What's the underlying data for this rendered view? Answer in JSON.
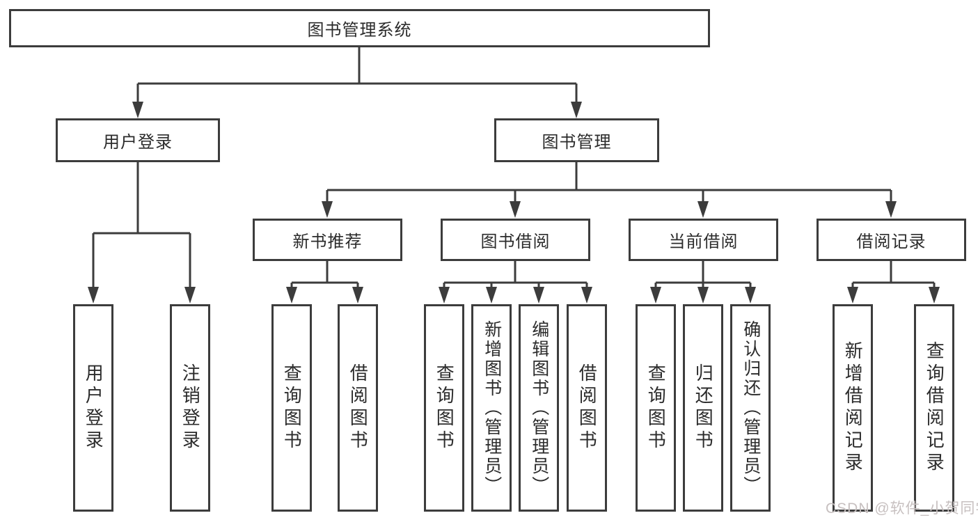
{
  "watermark": "CSDN @软件_小贺同学",
  "colors": {
    "line": "#3c3c3c",
    "border": "#3c3c3c",
    "text": "#2b2b2b",
    "watermark_text": "#c7c0c0",
    "background": "#ffffff"
  },
  "nodes": {
    "root": "图书管理系统",
    "user_login": "用户登录",
    "book_management": "图书管理",
    "new_book_recommend": "新书推荐",
    "book_borrow": "图书借阅",
    "current_borrow": "当前借阅",
    "borrow_record": "借阅记录",
    "leaf_user_login": "用户登录",
    "leaf_logout": "注销登录",
    "leaf_nbr_query": "查询图书",
    "leaf_nbr_borrow": "借阅图书",
    "leaf_bb_query": "查询图书",
    "leaf_bb_add": "新增图书（管理员）",
    "leaf_bb_edit": "编辑图书（管理员）",
    "leaf_bb_borrow": "借阅图书",
    "leaf_cb_query": "查询图书",
    "leaf_cb_return": "归还图书",
    "leaf_cb_confirm": "确认归还（管理员）",
    "leaf_br_add": "新增借阅记录",
    "leaf_br_query": "查询借阅记录"
  },
  "edges": [
    [
      "root",
      "user_login"
    ],
    [
      "root",
      "book_management"
    ],
    [
      "user_login",
      "leaf_user_login"
    ],
    [
      "user_login",
      "leaf_logout"
    ],
    [
      "book_management",
      "new_book_recommend"
    ],
    [
      "book_management",
      "book_borrow"
    ],
    [
      "book_management",
      "current_borrow"
    ],
    [
      "book_management",
      "borrow_record"
    ],
    [
      "new_book_recommend",
      "leaf_nbr_query"
    ],
    [
      "new_book_recommend",
      "leaf_nbr_borrow"
    ],
    [
      "book_borrow",
      "leaf_bb_query"
    ],
    [
      "book_borrow",
      "leaf_bb_add"
    ],
    [
      "book_borrow",
      "leaf_bb_edit"
    ],
    [
      "book_borrow",
      "leaf_bb_borrow"
    ],
    [
      "current_borrow",
      "leaf_cb_query"
    ],
    [
      "current_borrow",
      "leaf_cb_return"
    ],
    [
      "current_borrow",
      "leaf_cb_confirm"
    ],
    [
      "borrow_record",
      "leaf_br_add"
    ],
    [
      "borrow_record",
      "leaf_br_query"
    ]
  ]
}
